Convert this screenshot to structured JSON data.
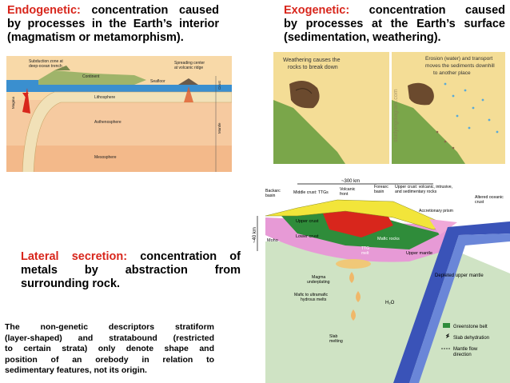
{
  "endogenetic": {
    "term": "Endogenetic:",
    "line1_rest": " concentration caused",
    "line2": "by processes in the Earth’s interior",
    "line3": "(magmatism or metamorphism)."
  },
  "exogenetic": {
    "term": "Exogenetic:",
    "line1_rest": " concentration caused",
    "line2": "by processes at the Earth’s surface",
    "line3": "(sedimentation, weathering)."
  },
  "lateral": {
    "term": "Lateral secretion:",
    "line1_rest": " concentration of",
    "line2": "metals by abstraction from",
    "line3": "surrounding rock."
  },
  "note": {
    "lines": [
      "The non-genetic descriptors stratiform",
      "(layer-shaped) and stratabound (restricted",
      "to certain strata) only denote shape and",
      "position of an orebody in relation to",
      "sedimentary features, not its origin."
    ]
  },
  "tectonic_labels": {
    "subduction": "Subduction zone at",
    "subduction2": "deep-ocean trench",
    "spreading": "Spreading center",
    "spreading2": "at volcanic ridge",
    "continent": "Continent",
    "seafloor": "Seafloor",
    "lithosphere": "Lithosphere",
    "asthenosphere": "Asthenosphere",
    "mesosphere": "Mesosphere",
    "magma": "Magma",
    "crust": "Crust",
    "mantle": "Mantle"
  },
  "weathering_labels": {
    "left1": "Weathering causes the",
    "left2": "rocks to break down",
    "right1": "Erosion (water) and transport",
    "right2": "moves the sediments downhill",
    "right3": "to another place",
    "watermark": "studyingdiagram.com"
  },
  "crust_labels": {
    "scale": "~300 km",
    "depth": "~40 km",
    "backarc": "Backarc",
    "backarc2": "basin",
    "middle_crust": "Middle crust: TTGs",
    "volcanic": "Volcanic",
    "volcanic2": "front",
    "forearc": "Forearc",
    "forearc2": "basin",
    "upper_crust_desc1": "Upper crust: volcanic, intrusive,",
    "upper_crust_desc2": "and sedimentary rocks",
    "altered1": "Altered oceanic",
    "altered2": "crust",
    "accretionary": "Accretionary prism",
    "upper_crust": "Upper crust",
    "lower_crust": "Lower crust",
    "mafic_rocks": "Mafic rocks",
    "moho": "Moho",
    "ttg1": "TTG",
    "ttg2": "melt",
    "upper_mantle": "Upper mantle",
    "depleted": "Depleted upper mantle",
    "underplating1": "Magma",
    "underplating2": "underplating",
    "mafic_ultra1": "Mafic to ultramafic",
    "mafic_ultra2": "hydrous melts",
    "h2o": "H₂O",
    "slab1": "Slab",
    "slab2": "melting",
    "legend_greenstone": "Greenstone belt",
    "legend_dehydration": "Slab dehydration",
    "legend_flow1": "Mantle flow",
    "legend_flow2": "direction"
  },
  "colors": {
    "highlight": "#d8261c",
    "ocean": "#3a8fcf",
    "crust_yellow": "#f2e53a",
    "mantle_pink": "#e79ad6",
    "greenstone": "#2f8c3a",
    "slab_blue": "#3a53b8",
    "mantle_green": "#cfe3c4"
  }
}
